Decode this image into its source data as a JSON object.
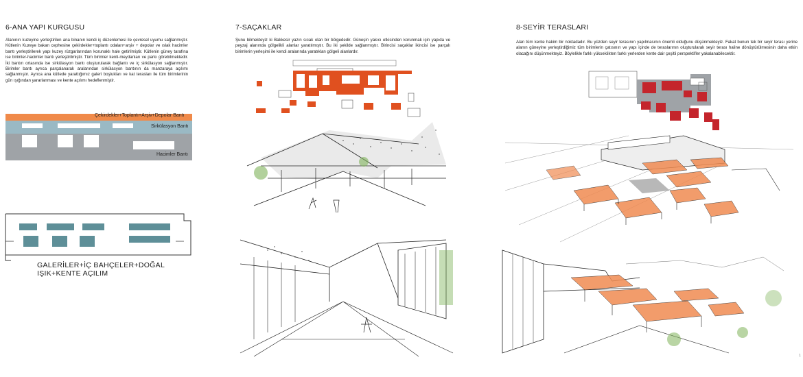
{
  "section6": {
    "title": "6-ANA YAPI KURGUSU",
    "paragraph": "Alanının kuzeyine yerleştirilen ana binanın kendi iç düzenlemesi ile çevresel uyumu sağlanmıştır. Kütlenin Kuzeye bakan cephesine çekirdekler+toplantı odaları+arşiv + depolar ve ıslak hacimler bantı yerleştirilerek yapı kuzey rüzgarlarından korunaklı hale getirilmiştir. Kütlenin güney tarafına ise birimler-hacimler bantı yerleştirilmiştir. Tüm birimler kenti-meydanları ve parkı görebilmektedir. İki bantın ortasında ise sirkülasyon bantı oluşturularak bağlantı ve iç sirkülasyon sağlanmıştır. Birimler bantı ayrıca parçalanarak aralarından sirkülasyon bantının da manzaraya açılımı sağlanmıştır. Ayrıca ana kütlede yarattığımız galeri boşlukları ve kat terasları ile tüm birimlerinin gün ışığından yararlanması ve kente açılımı hedeflenmiştir.",
    "band_labels": {
      "core": "Çekirdekler+Toplantı+Arşiv+Depolar Bantı",
      "circulation": "Sirkülasyon Bantı",
      "volumes": "Hacimler Bantı"
    },
    "caption": "GALERİLER+İÇ BAHÇELER+DOĞAL IŞIK+KENTE AÇILIM"
  },
  "section7": {
    "title": "7-SAÇAKLAR",
    "paragraph": "Şunu bilmekteyiz ki Balıkesir yazın sıcak olan bir bölgededir. Güneşin yakıcı etkisinden korunmak için yapıda ve peyzaj alanında gölgelikli alanlar yaratılmıştır. Bu iki şekilde sağlanmıştır. Birincisi saçaklar ikincisi ise parçalı birimlerin yerleşimi ile kendi aralarında yaratıklan gölgeli alanlardır."
  },
  "section8": {
    "title": "8-SEYİR TERASLARI",
    "paragraph": "Alan tüm kente hakim bir noktadadır. Bu yüzden seyir terasının yapılmasının önemli olduğunu düşünmekteyiz. Fakat bunun tek bir seyir terası yerine alanın güneyine yerleştirdiğimiz tüm birimlerin çatısının ve yapı içinde de teraslarının oluşturularak seyir terası haline dönüştürülmesinin daha etkin olacağını düşünmekteyiz. Böylelikle farklı yükseklikten farklı yerlerden kente dair çeşitli perspektifler yakalanabilecektir."
  },
  "page_number": "1",
  "colors": {
    "core_band": "#f08a4a",
    "circulation_band": "#9ab9c4",
    "volumes_band": "#9fa3a7",
    "section_teal": "#5e8f98",
    "shade_red": "#e0501f",
    "terrace_red": "#c4252c",
    "sketch_orange": "#f08b52",
    "sketch_green": "#7fb35a"
  }
}
